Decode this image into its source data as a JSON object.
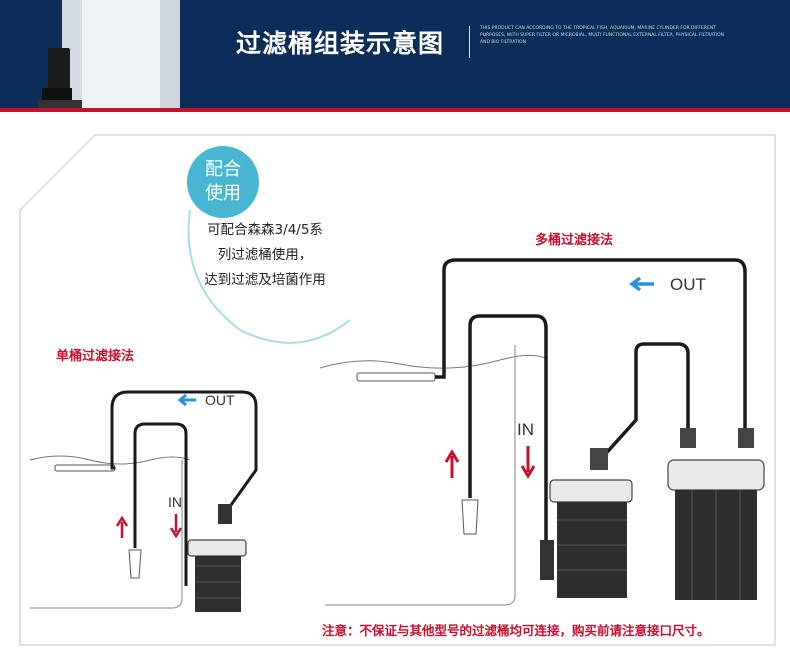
{
  "header": {
    "title": "过滤桶组装示意图",
    "description": "THIS PRODUCT CAN ACCORDING TO THE TROPICAL FISH, AQUARIUM, MARINE CYLINDER FOR DIFFERENT PURPOSES, WITH SUPER FILTER OR MICROBIAL, MULTI FUNCTIONAL EXTERNAL FILTER, PHYSICAL FILTRATION AND BIO FILTRATION"
  },
  "badge": {
    "line1": "配合",
    "line2": "使用"
  },
  "compat": {
    "line1": "可配合森森3/4/5系",
    "line2": "列过滤桶使用，",
    "line3": "达到过滤及培菌作用"
  },
  "single": {
    "title": "单桶过滤接法",
    "out": "OUT",
    "in": "IN"
  },
  "multi": {
    "title": "多桶过滤接法",
    "out": "OUT",
    "in": "IN"
  },
  "notice": "注意：不保证与其他型号的过滤桶均可连接，购买前请注意接口尺寸。",
  "colors": {
    "banner": "#0b2d58",
    "red": "#c8102e",
    "blue": "#2f8fd8",
    "badge": "#49b6d1"
  }
}
